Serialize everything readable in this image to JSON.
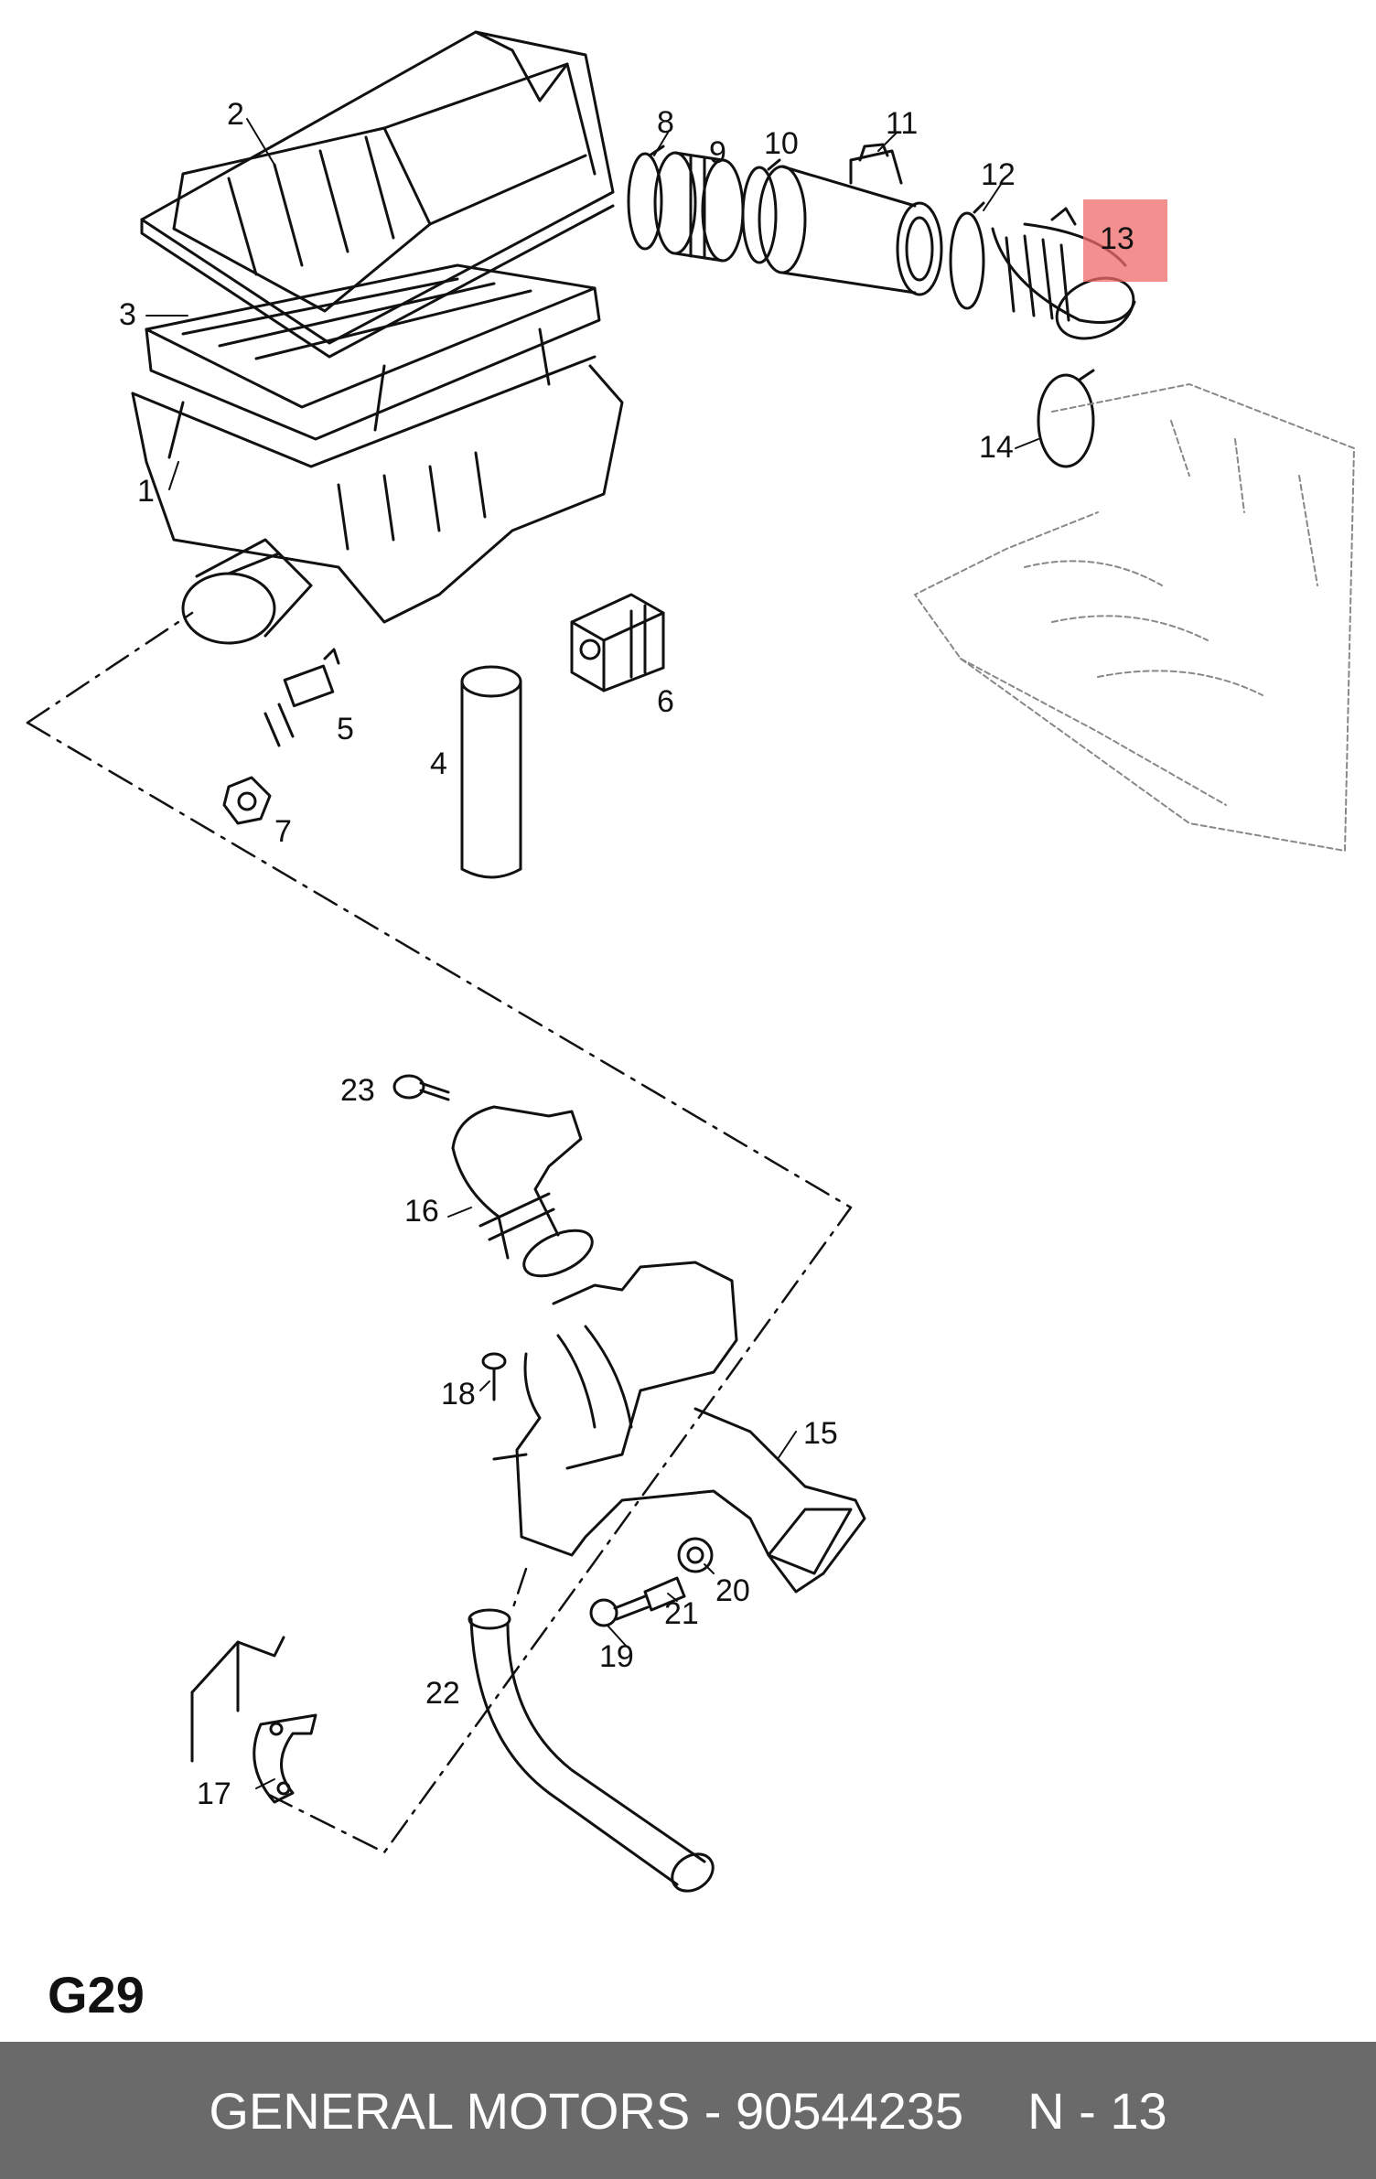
{
  "diagram": {
    "callouts": [
      {
        "id": "c1",
        "label": "1"
      },
      {
        "id": "c2",
        "label": "2"
      },
      {
        "id": "c3",
        "label": "3"
      },
      {
        "id": "c4",
        "label": "4"
      },
      {
        "id": "c5",
        "label": "5"
      },
      {
        "id": "c6",
        "label": "6"
      },
      {
        "id": "c7",
        "label": "7"
      },
      {
        "id": "c8",
        "label": "8"
      },
      {
        "id": "c9",
        "label": "9"
      },
      {
        "id": "c10",
        "label": "10"
      },
      {
        "id": "c11",
        "label": "11"
      },
      {
        "id": "c12",
        "label": "12"
      },
      {
        "id": "c13",
        "label": "13"
      },
      {
        "id": "c14",
        "label": "14"
      },
      {
        "id": "c15",
        "label": "15"
      },
      {
        "id": "c16",
        "label": "16"
      },
      {
        "id": "c17",
        "label": "17"
      },
      {
        "id": "c18",
        "label": "18"
      },
      {
        "id": "c19",
        "label": "19"
      },
      {
        "id": "c20",
        "label": "20"
      },
      {
        "id": "c21",
        "label": "21"
      },
      {
        "id": "c22",
        "label": "22"
      },
      {
        "id": "c23",
        "label": "23"
      }
    ],
    "highlight": {
      "label": "13",
      "color": "#f06a6a"
    },
    "page_code": "G29"
  },
  "footer": {
    "brand": "GENERAL MOTORS",
    "separator": " - ",
    "part_number": "90544235",
    "ref": "N - 13"
  },
  "colors": {
    "ink": "#111111",
    "footer_bg": "#6a6a6a",
    "footer_text": "#ffffff",
    "highlight": "#f06a6a"
  }
}
